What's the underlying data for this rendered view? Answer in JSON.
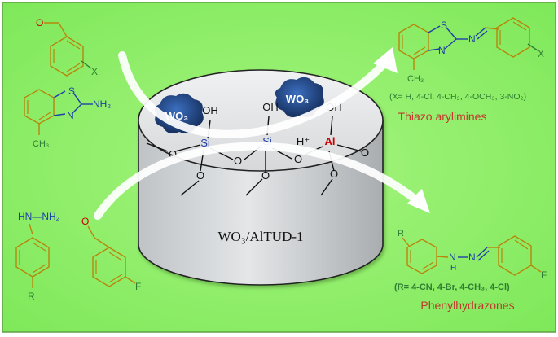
{
  "catalyst": {
    "label": "WO₃/AlTUD-1",
    "wo3_badge": "WO₃",
    "surface": {
      "oh": "OH",
      "si": "Si",
      "al": "Al",
      "o": "O",
      "h_plus": "H⁺"
    }
  },
  "reactants_top": {
    "aldehyde_subst": "X",
    "aldehyde_o": "O",
    "amine_group": "NH₂",
    "ring_s": "S",
    "ring_n": "N",
    "methyl": "CH₃"
  },
  "reactants_bottom": {
    "hydrazine_group": "HN—NH₂",
    "r_subst": "R",
    "aldehyde_o": "O",
    "fluoro": "F"
  },
  "product_top": {
    "ring_s": "S",
    "ring_n": "N",
    "imine_n": "N",
    "subst": "X",
    "methyl": "CH₃",
    "substituents": "(X= H, 4-Cl, 4-CH₃, 4-OCH₃, 3-NO₂)",
    "name": "Thiazo arylimines"
  },
  "product_bottom": {
    "r_subst": "R",
    "hn": "N",
    "n": "N",
    "h": "H",
    "fluoro": "F",
    "substituents": "(R= 4-CN, 4-Br, 4-CH₃, 4-Cl)",
    "name": "Phenylhydrazones"
  },
  "colors": {
    "background": "#8ef06a",
    "ring_bond": "#b8860b",
    "heteroatom": "#1f3fa8",
    "substituent": "#2e7d32",
    "product_name": "#c0392b",
    "aluminum": "#cc0000"
  }
}
